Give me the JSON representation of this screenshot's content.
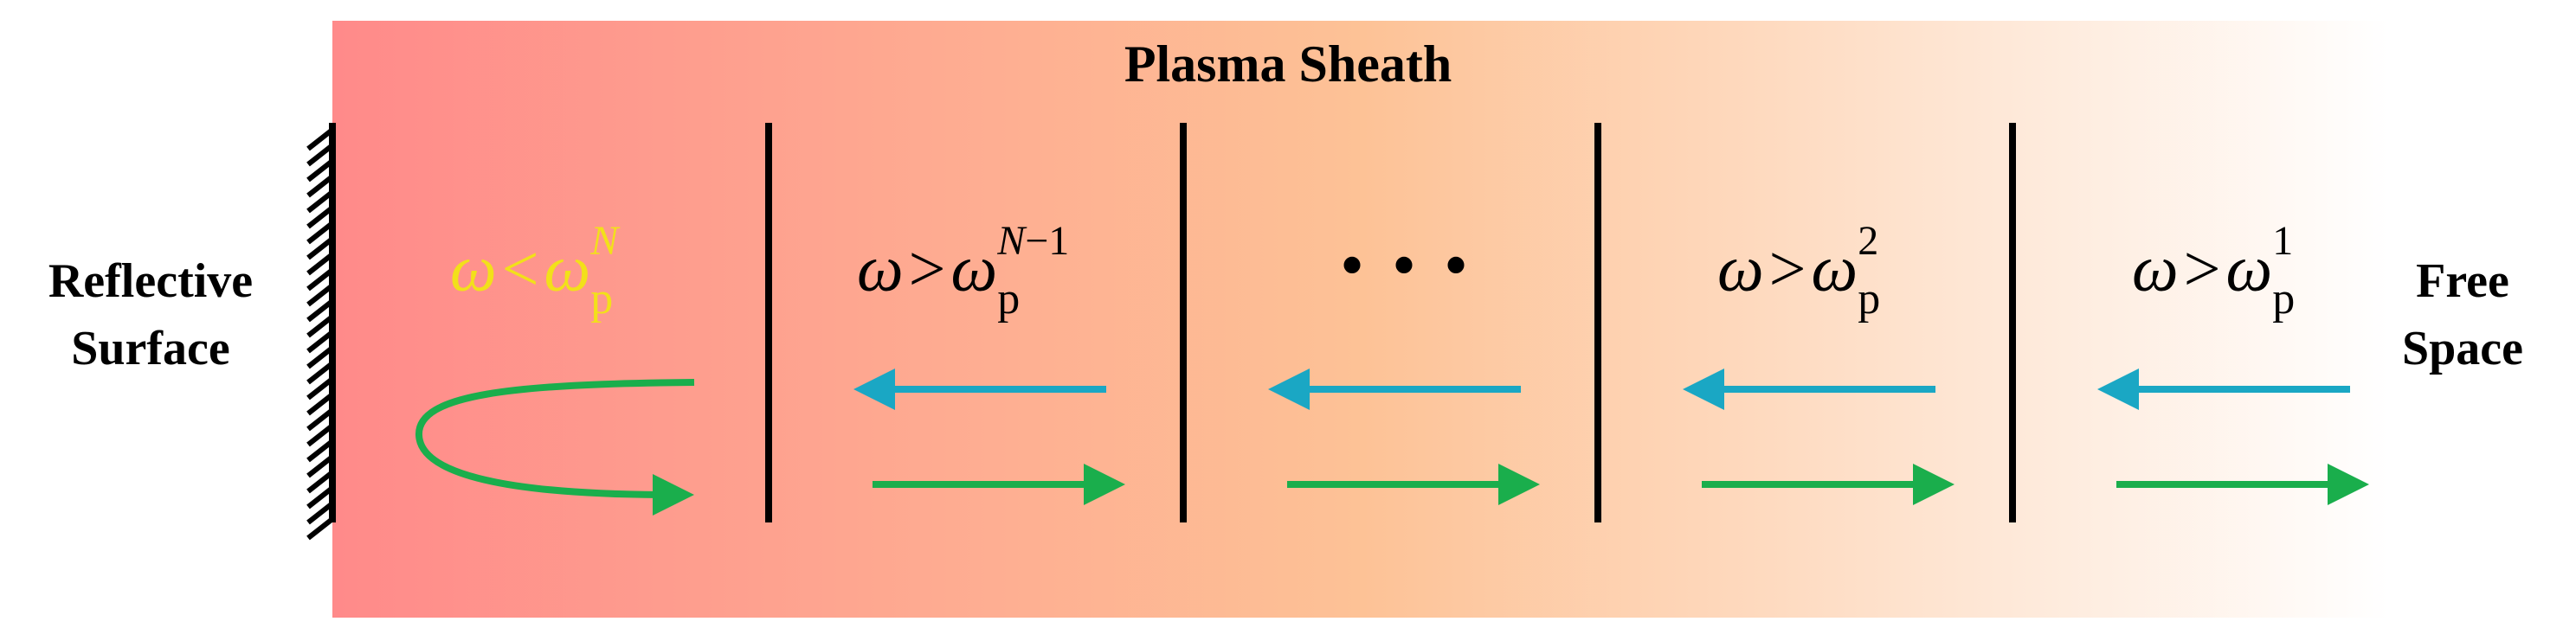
{
  "title": "Plasma Sheath",
  "left_label": {
    "line1": "Reflective",
    "line2": "Surface"
  },
  "right_label": {
    "line1": "Free",
    "line2": "Space"
  },
  "regions": [
    {
      "var": "ω",
      "rel": "<",
      "base": "ω",
      "sub": "p",
      "sup": "N",
      "sup_tail": ""
    },
    {
      "var": "ω",
      "rel": ">",
      "base": "ω",
      "sub": "p",
      "sup": "N",
      "sup_tail": "−1"
    },
    {
      "ellipsis": "• • •"
    },
    {
      "var": "ω",
      "rel": ">",
      "base": "ω",
      "sub": "p",
      "sup": "",
      "sup_tail": "2"
    },
    {
      "var": "ω",
      "rel": ">",
      "base": "ω",
      "sub": "p",
      "sup": "",
      "sup_tail": "1"
    }
  ],
  "colors": {
    "gradient_left": "#ff8a8a",
    "gradient_mid": "#fdc296",
    "gradient_right": "#ffffff",
    "transmitted_arrow": "#1aae4c",
    "reflected_arrow": "#1aa7c4",
    "first_region_text": "#f2e01a",
    "boundary": "#000000"
  }
}
